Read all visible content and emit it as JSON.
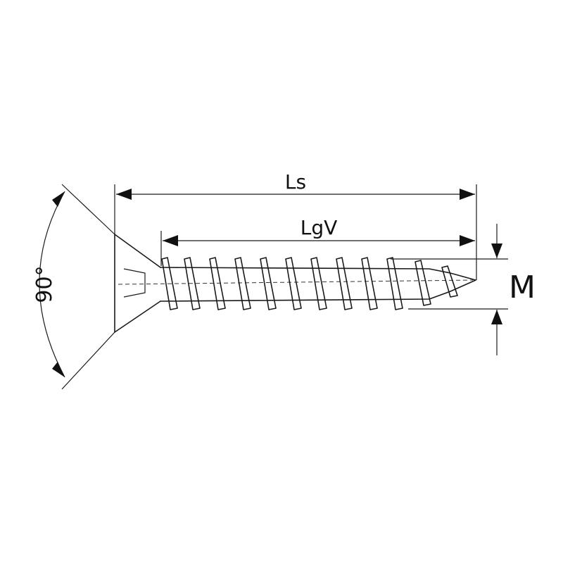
{
  "labels": {
    "ls": "Ls",
    "lgv": "LgV",
    "m": "M",
    "angle": "90°"
  },
  "colors": {
    "line": "#1a1a1a",
    "background": "#ffffff"
  }
}
